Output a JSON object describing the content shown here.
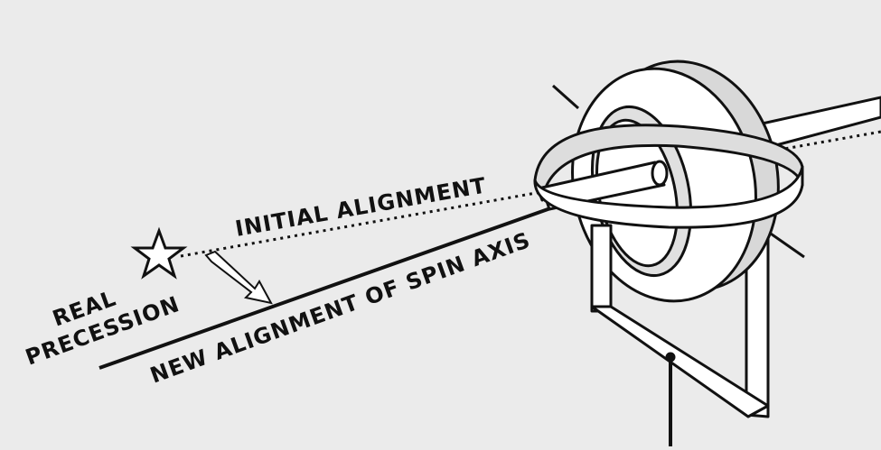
{
  "labels": {
    "initial_alignment": "INITIAL ALIGNMENT",
    "new_alignment": "NEW ALIGNMENT OF SPIN AXIS",
    "real": "REAL",
    "precession": "PRECESSION"
  },
  "icons": {
    "star": "star-icon",
    "arrow": "hollow-arrow-icon"
  },
  "colors": {
    "background": "#ebebeb",
    "ink": "#111111",
    "fill": "#ffffff"
  }
}
